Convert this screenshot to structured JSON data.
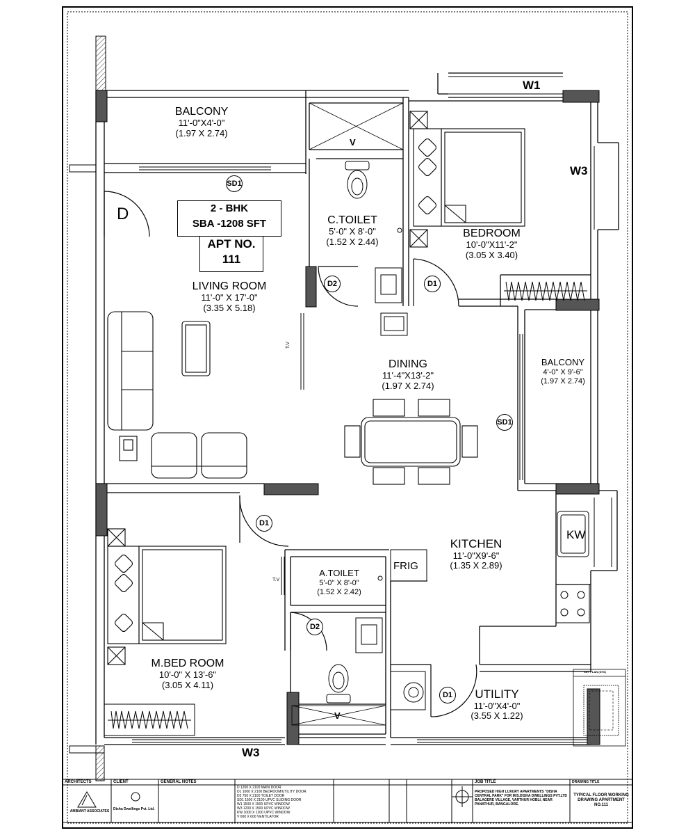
{
  "rooms": {
    "balcony_top": {
      "name": "BALCONY",
      "dim": "11'-0\"X4'-0\"",
      "metric": "(1.97 X 2.74)"
    },
    "living": {
      "name": "LIVING ROOM",
      "dim": "11'-0\" X 17'-0\"",
      "metric": "(3.35 X 5.18)"
    },
    "ctoilet": {
      "name": "C.TOILET",
      "dim": "5'-0\" X 8'-0\"",
      "metric": "(1.52 X 2.44)"
    },
    "bedroom": {
      "name": "BEDROOM",
      "dim": "10'-0\"X11'-2\"",
      "metric": "(3.05 X 3.40)"
    },
    "dining": {
      "name": "DINING",
      "dim": "11'-4\"X13'-2\"",
      "metric": "(1.97 X 2.74)"
    },
    "balcony_right": {
      "name": "BALCONY",
      "dim": "4'-0\" X 9'-6\"",
      "metric": "(1.97 X 2.74)"
    },
    "kitchen": {
      "name": "KITCHEN",
      "dim": "11'-0\"X9'-6\"",
      "metric": "(1.35 X 2.89)"
    },
    "atoilet": {
      "name": "A.TOILET",
      "dim": "5'-0\" X 8'-0\"",
      "metric": "(1.52 X 2.42)"
    },
    "mbed": {
      "name": "M.BED ROOM",
      "dim": "10'-0\" X 13'-6\"",
      "metric": "(3.05 X 4.11)"
    },
    "utility": {
      "name": "UTILITY",
      "dim": "11'-0\"X4'-0\"",
      "metric": "(3.55 X 1.22)"
    }
  },
  "info": {
    "bhk": "2 - BHK",
    "sba": "SBA -1208 SFT",
    "apt_label": "APT NO.",
    "apt_no": "111"
  },
  "tags": {
    "sd1": "SD1",
    "d1": "D1",
    "d2": "D2",
    "d": "D",
    "v": "V",
    "w1": "W1",
    "w3": "W3",
    "kw": "KW",
    "frig": "FRIG",
    "tv": "T.V"
  },
  "title_block": {
    "architects_label": "ARCHITECTS",
    "architect_name": "AMBIANT ASSOCIATES",
    "client_label": "CLIENT",
    "client_name": "Disha Dwellings Pvt. Ltd.",
    "general_notes": "GENERAL NOTES",
    "schedule_rows": [
      "D   1200 X 2100  MAIN DOOR",
      "D1  1000 X 2100  BEDROOM/UTILITY DOOR",
      "D2  750 X 2100  TOILET DOOR",
      "SD1 1500 X 2100  UPVC SLIDING DOOR",
      "W1  1500 X 1500  UPVC WINDOW",
      "W3  1200 X 1500  UPVC WINDOW",
      "KW  1000 X 1200  UPVC WINDOW",
      "V   600 X 600  VENTILATOR"
    ],
    "project_title_label": "JOB TITLE",
    "project_title": "PROPOSED HIGH LUXURY APARTMENTS \"DISHA CENTRAL PARK\" FOR M/S.DISHA DWELLINGS PVT.LTD BALAGERE VILLAGE, VARTHUR HOBLI, NEAR PANATHUR, BANGALORE.",
    "drawing_title_label": "DRAWING TITLE",
    "drawing_title": "TYPICAL FLOOR WORKING DRAWING APARTMENT NO.111",
    "key_plan_label": "KEY PLAN (NTS)"
  }
}
